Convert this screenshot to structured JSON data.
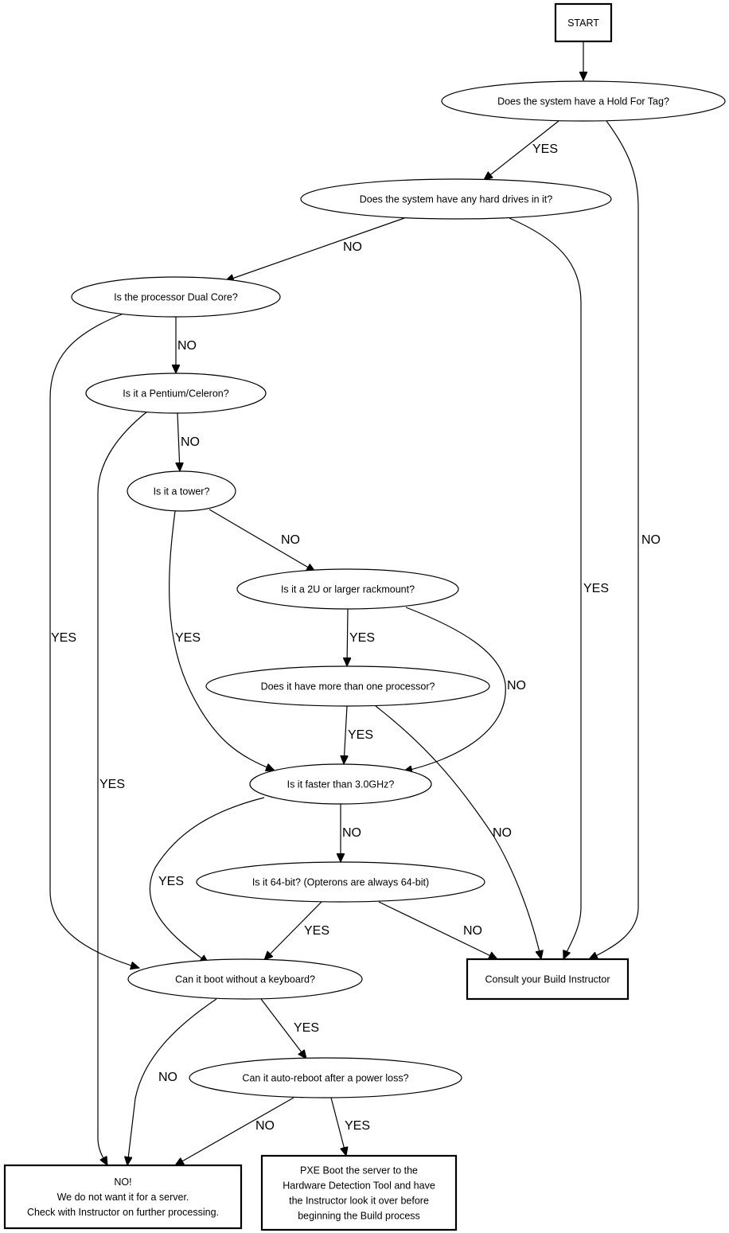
{
  "diagram": {
    "nodes": {
      "start": {
        "lines": [
          "START"
        ],
        "shape": "box"
      },
      "hold": {
        "lines": [
          "Does the system have a Hold For Tag?"
        ],
        "shape": "ellipse"
      },
      "drives": {
        "lines": [
          "Does the system have any hard drives in it?"
        ],
        "shape": "ellipse"
      },
      "dual": {
        "lines": [
          "Is the processor Dual Core?"
        ],
        "shape": "ellipse"
      },
      "pentium": {
        "lines": [
          "Is it a Pentium/Celeron?"
        ],
        "shape": "ellipse"
      },
      "tower": {
        "lines": [
          "Is it a tower?"
        ],
        "shape": "ellipse"
      },
      "rack2u": {
        "lines": [
          "Is it a 2U or larger rackmount?"
        ],
        "shape": "ellipse"
      },
      "multi": {
        "lines": [
          "Does it have more than one processor?"
        ],
        "shape": "ellipse"
      },
      "faster": {
        "lines": [
          "Is it faster than 3.0GHz?"
        ],
        "shape": "ellipse"
      },
      "bit64": {
        "lines": [
          "Is it 64-bit? (Opterons are always 64-bit)"
        ],
        "shape": "ellipse"
      },
      "consult": {
        "lines": [
          "Consult your Build Instructor"
        ],
        "shape": "box"
      },
      "keyboard": {
        "lines": [
          "Can it boot without a keyboard?"
        ],
        "shape": "ellipse"
      },
      "reboot": {
        "lines": [
          "Can it auto-reboot after a power loss?"
        ],
        "shape": "ellipse"
      },
      "no": {
        "lines": [
          "NO!",
          "We do not want it for a server.",
          "Check with Instructor on further processing."
        ],
        "shape": "box"
      },
      "pxe": {
        "lines": [
          "PXE Boot the server to the",
          "Hardware Detection Tool and have",
          "the Instructor look it over before",
          "beginning the Build process"
        ],
        "shape": "box"
      }
    },
    "edges": [
      {
        "from": "start",
        "to": "hold",
        "label": ""
      },
      {
        "from": "hold",
        "to": "drives",
        "label": "YES"
      },
      {
        "from": "hold",
        "to": "consult",
        "label": "NO"
      },
      {
        "from": "drives",
        "to": "dual",
        "label": "NO"
      },
      {
        "from": "drives",
        "to": "consult",
        "label": "YES"
      },
      {
        "from": "dual",
        "to": "pentium",
        "label": "NO"
      },
      {
        "from": "dual",
        "to": "keyboard",
        "label": "YES"
      },
      {
        "from": "pentium",
        "to": "tower",
        "label": "NO"
      },
      {
        "from": "pentium",
        "to": "no",
        "label": "YES"
      },
      {
        "from": "tower",
        "to": "rack2u",
        "label": "NO"
      },
      {
        "from": "tower",
        "to": "faster",
        "label": "YES"
      },
      {
        "from": "rack2u",
        "to": "multi",
        "label": "YES"
      },
      {
        "from": "rack2u",
        "to": "faster",
        "label": "NO"
      },
      {
        "from": "multi",
        "to": "faster",
        "label": "YES"
      },
      {
        "from": "multi",
        "to": "consult",
        "label": "NO"
      },
      {
        "from": "faster",
        "to": "bit64",
        "label": "NO"
      },
      {
        "from": "faster",
        "to": "keyboard",
        "label": "YES"
      },
      {
        "from": "bit64",
        "to": "keyboard",
        "label": "YES"
      },
      {
        "from": "bit64",
        "to": "consult",
        "label": "NO"
      },
      {
        "from": "keyboard",
        "to": "no",
        "label": "NO"
      },
      {
        "from": "keyboard",
        "to": "reboot",
        "label": "YES"
      },
      {
        "from": "reboot",
        "to": "no",
        "label": "NO"
      },
      {
        "from": "reboot",
        "to": "pxe",
        "label": "YES"
      }
    ]
  }
}
